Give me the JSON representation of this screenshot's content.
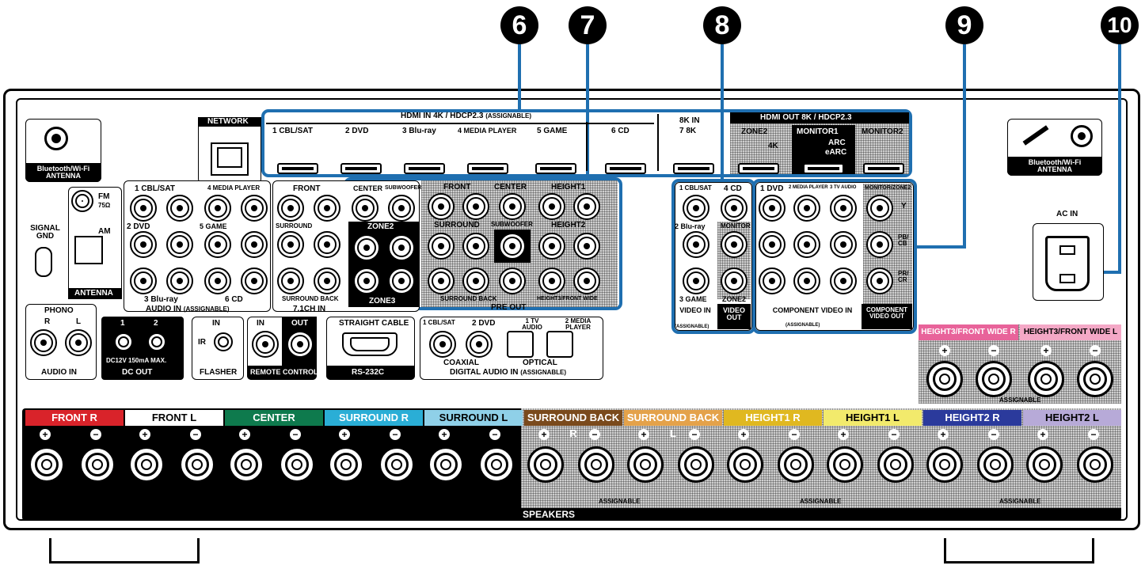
{
  "callouts": [
    "6",
    "7",
    "8",
    "9",
    "10"
  ],
  "network": "NETWORK",
  "bt_left": "Bluetooth/Wi-Fi ANTENNA",
  "bt_right": "Bluetooth/Wi-Fi ANTENNA",
  "hdmi_in": {
    "title": "HDMI IN 4K / HDCP2.3",
    "assignable": "(ASSIGNABLE)",
    "ports": [
      "1 CBL/SAT",
      "2 DVD",
      "3 Blu-ray",
      "4 MEDIA PLAYER",
      "5 GAME",
      "6 CD",
      "7 8K"
    ],
    "in8k": "8K IN"
  },
  "hdmi_out": {
    "title": "HDMI OUT 8K / HDCP2.3",
    "zone2": "ZONE2",
    "fourk": "4K",
    "monitor1": "MONITOR1",
    "arc": "ARC",
    "earc": "eARC",
    "monitor2": "MONITOR2"
  },
  "antenna": {
    "fm": "FM",
    "fm_ohm": "75Ω",
    "am": "AM",
    "label": "ANTENNA",
    "signal_gnd": "SIGNAL GND"
  },
  "audio_in": {
    "labels": [
      "1 CBL/SAT",
      "4 MEDIA PLAYER",
      "2 DVD",
      "5 GAME",
      "3 Blu-ray",
      "6 CD"
    ],
    "title": "AUDIO IN",
    "assignable": "(ASSIGNABLE)"
  },
  "ch71": {
    "front": "FRONT",
    "center": "CENTER",
    "subwoofer": "SUBWOOFER",
    "surround": "SURROUND",
    "surround_back": "SURROUND BACK",
    "title": "7.1CH IN"
  },
  "zone2_out": {
    "title": "ZONE2",
    "zone3": "ZONE3"
  },
  "pre_out": {
    "front": "FRONT",
    "center": "CENTER",
    "height1": "HEIGHT1",
    "surround": "SURROUND",
    "subwoofer": "SUBWOOFER",
    "height2": "HEIGHT2",
    "surround_back": "SURROUND BACK",
    "height3": "HEIGHT3/FRONT WIDE",
    "title": "PRE OUT"
  },
  "video_in": {
    "p1": "1 CBL/SAT",
    "p4": "4 CD",
    "p2": "2 Blu-ray",
    "monitor": "MONITOR",
    "p3": "3 GAME",
    "title": "VIDEO IN",
    "assignable": "(ASSIGNABLE)",
    "zone2": "ZONE2",
    "video_out": "VIDEO OUT"
  },
  "component": {
    "p1": "1 DVD",
    "p2": "2 MEDIA PLAYER",
    "p3": "3 TV AUDIO",
    "monitor": "MONITOR/ZONE2",
    "y": "Y",
    "pb": "PB/ CB",
    "pr": "PR/ CR",
    "title": "COMPONENT VIDEO IN",
    "assignable": "(ASSIGNABLE)",
    "out": "COMPONENT VIDEO OUT"
  },
  "ac_in": "AC IN",
  "phono": {
    "title": "PHONO",
    "r": "R",
    "l": "L",
    "label": "AUDIO IN"
  },
  "dc_out": {
    "p1": "1",
    "p2": "2",
    "spec": "DC12V 150mA MAX.",
    "title": "DC OUT"
  },
  "flasher": {
    "in": "IN",
    "ir": "IR",
    "title": "FLASHER"
  },
  "remote": {
    "in": "IN",
    "out": "OUT",
    "title": "REMOTE CONTROL"
  },
  "rs232": {
    "top": "STRAIGHT CABLE",
    "title": "RS-232C"
  },
  "digital": {
    "p1": "1 CBL/SAT",
    "p2": "2 DVD",
    "p3": "1 TV AUDIO",
    "p4": "2 MEDIA PLAYER",
    "coaxial": "COAXIAL",
    "optical": "OPTICAL",
    "title": "DIGITAL AUDIO IN",
    "assignable": "(ASSIGNABLE)"
  },
  "speakers": {
    "title": "SPEAKERS",
    "assignable": "ASSIGNABLE",
    "channels": [
      {
        "label": "FRONT R",
        "color": "#d9232a"
      },
      {
        "label": "FRONT L",
        "color": "#ffffff"
      },
      {
        "label": "CENTER",
        "color": "#0e7a4d"
      },
      {
        "label": "SURROUND R",
        "color": "#2aaed6"
      },
      {
        "label": "SURROUND L",
        "color": "#8fd0e8"
      },
      {
        "label": "SURROUND BACK R",
        "color": "#7a4a1c"
      },
      {
        "label": "SURROUND BACK L",
        "color": "#e4a24a"
      },
      {
        "label": "HEIGHT1 R",
        "color": "#e0b820"
      },
      {
        "label": "HEIGHT1 L",
        "color": "#f2ea6c"
      },
      {
        "label": "HEIGHT2 R",
        "color": "#2b3a9c"
      },
      {
        "label": "HEIGHT2 L",
        "color": "#b7aad8"
      }
    ],
    "height3_r": "HEIGHT3/FRONT WIDE R",
    "height3_l": "HEIGHT3/FRONT WIDE L",
    "height3_color_r": "#e8639a",
    "height3_color_l": "#f4a8c6"
  }
}
